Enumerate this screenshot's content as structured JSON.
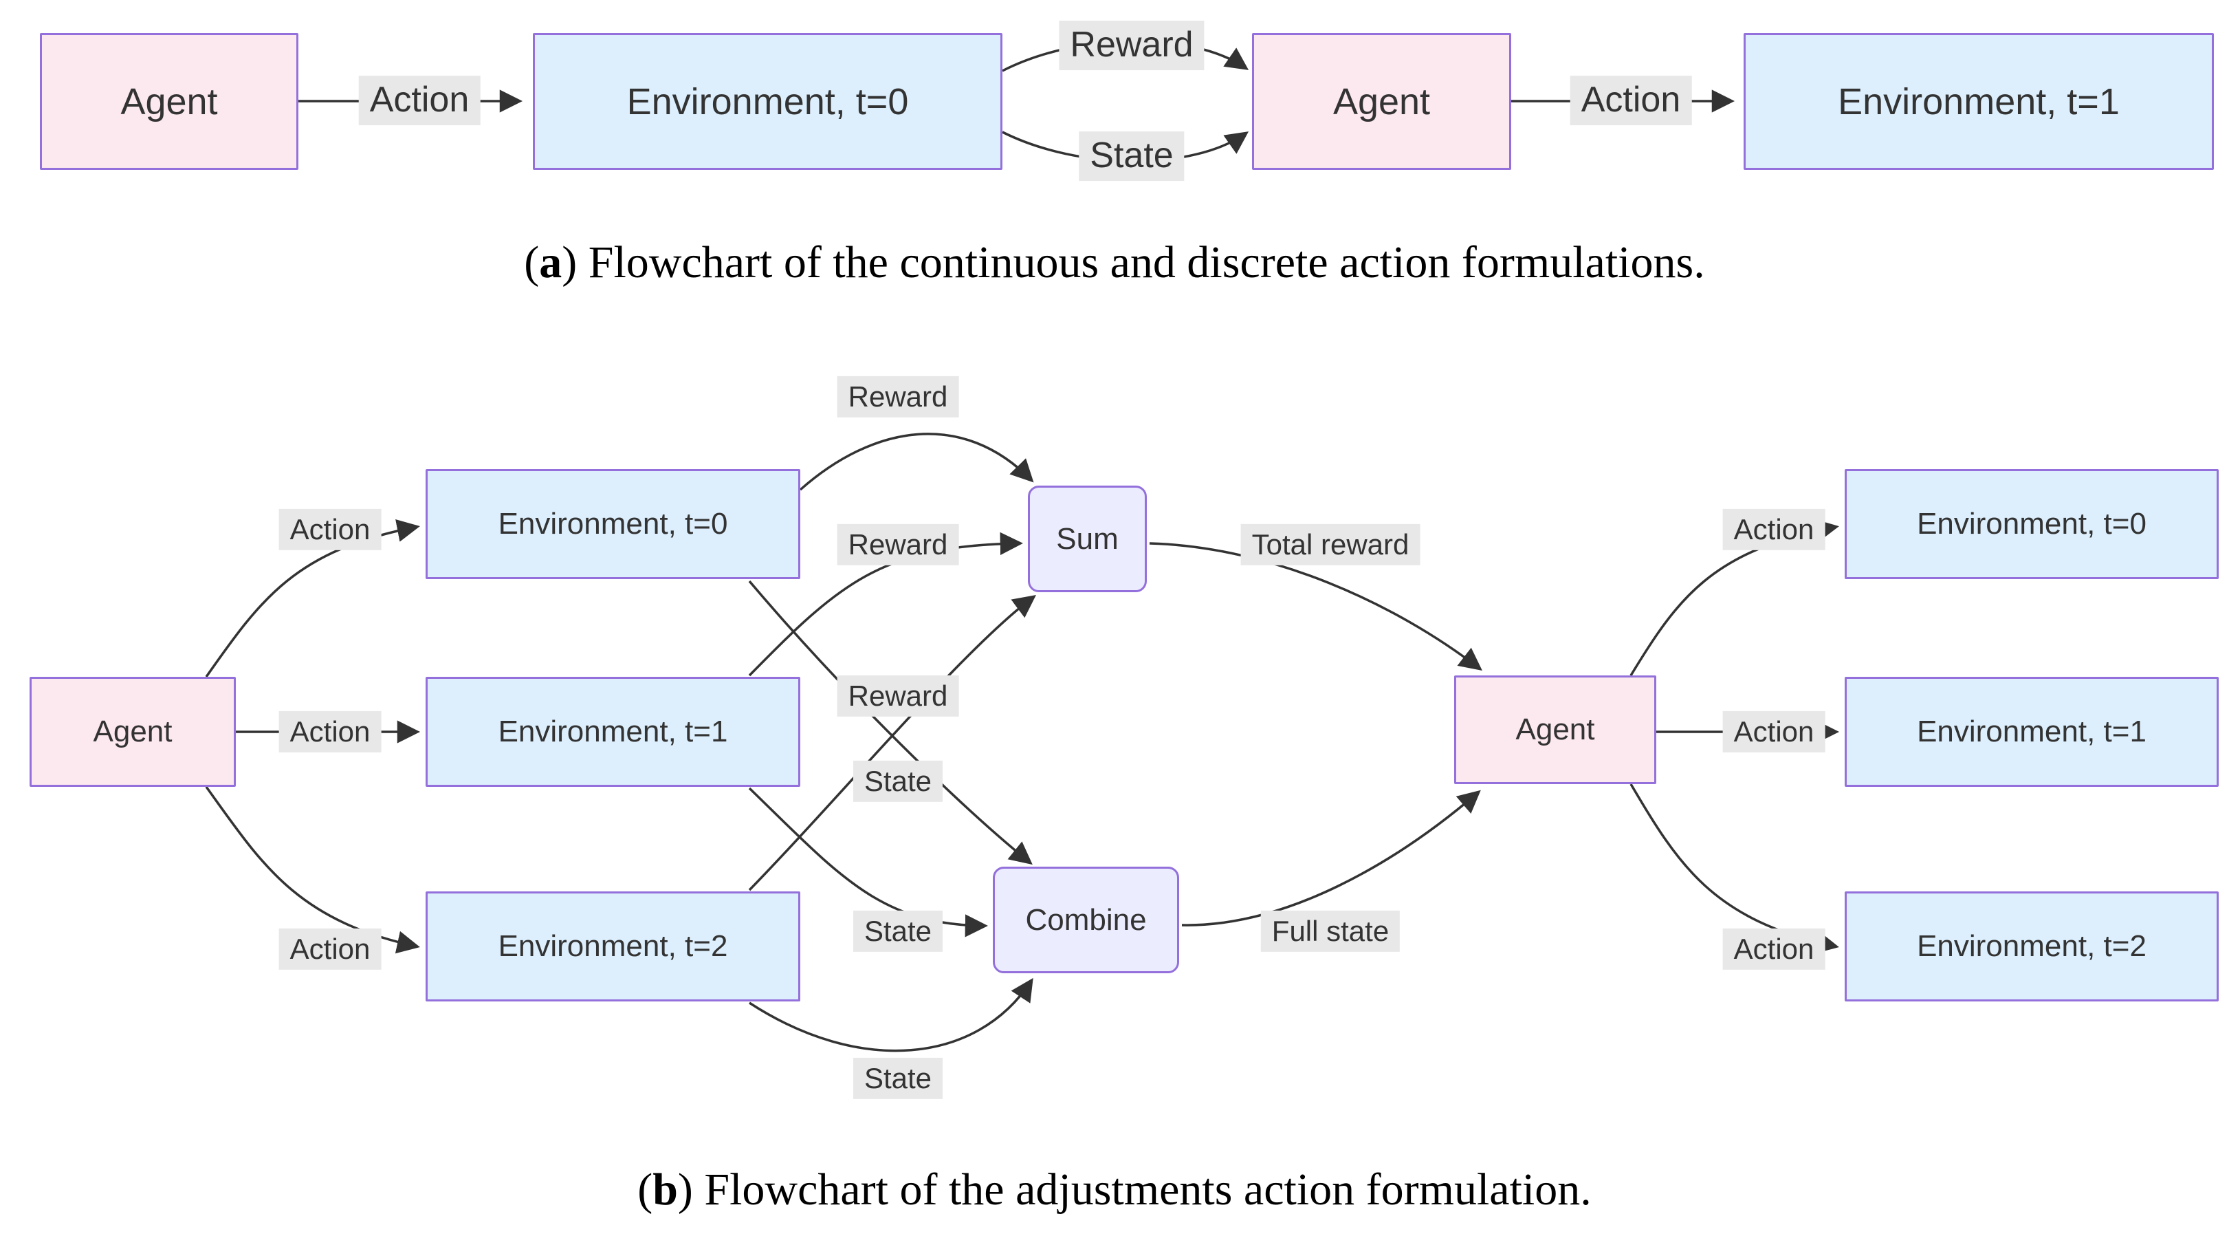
{
  "colors": {
    "agent_fill": "#fce8ef",
    "env_fill": "#ddeffd",
    "operator_fill": "#ececff",
    "node_border": "#9370DB",
    "edge_stroke": "#333333",
    "edge_label_bg": "#e8e8e8",
    "text": "#333333"
  },
  "diagram_a": {
    "nodes": [
      {
        "label": "Agent"
      },
      {
        "label": "Environment, t=0"
      },
      {
        "label": "Agent"
      },
      {
        "label": "Environment, t=1"
      }
    ],
    "edge_labels": [
      {
        "label": "Action"
      },
      {
        "label": "Reward"
      },
      {
        "label": "State"
      },
      {
        "label": "Action"
      }
    ],
    "caption": {
      "open": "(",
      "letter": "a",
      "rest": ") Flowchart of the continuous and discrete action formulations."
    }
  },
  "diagram_b": {
    "agent_left": "Agent",
    "agent_right": "Agent",
    "environments_left": [
      "Environment, t=0",
      "Environment, t=1",
      "Environment, t=2"
    ],
    "environments_right": [
      "Environment, t=0",
      "Environment, t=1",
      "Environment, t=2"
    ],
    "operators": {
      "sum": "Sum",
      "combine": "Combine"
    },
    "edge_labels": {
      "actions_left": [
        "Action",
        "Action",
        "Action"
      ],
      "rewards": [
        "Reward",
        "Reward",
        "Reward"
      ],
      "states": [
        "State",
        "State",
        "State"
      ],
      "total_reward": "Total reward",
      "full_state": "Full state",
      "actions_right": [
        "Action",
        "Action",
        "Action"
      ]
    },
    "caption": {
      "open": "(",
      "letter": "b",
      "rest": ") Flowchart of the adjustments action formulation."
    }
  }
}
